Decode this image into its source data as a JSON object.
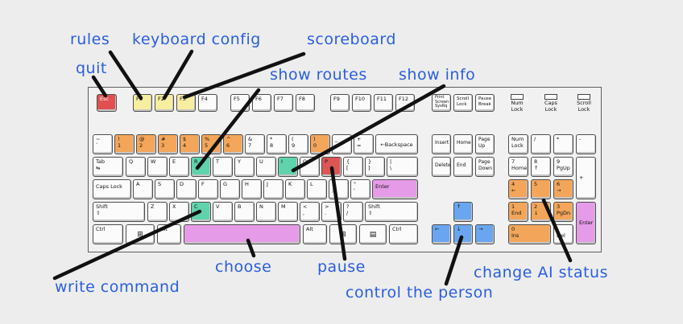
{
  "annotations": {
    "rules": "rules",
    "keyboard_config": "keyboard config",
    "scoreboard": "scoreboard",
    "quit": "quit",
    "show_routes": "show routes",
    "show_info": "show info",
    "choose": "choose",
    "pause": "pause",
    "write_command": "write command",
    "control_the_person": "control the person",
    "change_ai_status": "change AI status"
  },
  "colors": {
    "label": "#2a5ee0",
    "quit_and_pause_keys": "#e05050",
    "function_keys_highlight": "#f7eea0",
    "number_keys_highlight": "#f3a65a",
    "command_keys_highlight": "#5fd3ac",
    "choose_keys_highlight": "#e59be8",
    "arrow_keys_highlight": "#6aa6f0"
  },
  "keys": {
    "esc": "Esc",
    "f1": "F1",
    "f2": "F2",
    "f3": "F3",
    "f4": "F4",
    "f5": "F5",
    "f6": "F6",
    "f7": "F7",
    "f8": "F8",
    "f9": "F9",
    "f10": "F10",
    "f11": "F11",
    "f12": "F12",
    "print_screen": "Print\nScreen\nSysRq",
    "scroll_lock": "Scroll\nLock",
    "pause_break": "Pause\nBreak",
    "lock_num": "Num\nLock",
    "lock_caps": "Caps\nLock",
    "lock_scroll": "Scroll\nLock",
    "backtick": "~\n`",
    "num1": "!\n1",
    "num2": "@\n2",
    "num3": "#\n3",
    "num4": "$\n4",
    "num5": "%\n5",
    "num6": "^\n6",
    "num7": "&\n7",
    "num8": "*\n8",
    "num9": "(\n9",
    "num0": ")\n0",
    "minus": "_\n-",
    "equals": "+\n=",
    "backspace": "←Backspace",
    "tab": "Tab\n⇆",
    "q": "Q",
    "w": "W",
    "e": "E",
    "r": "R",
    "t": "T",
    "y": "Y",
    "u": "U",
    "i": "I",
    "o": "O",
    "p": "P",
    "lbracket": "{\n[",
    "rbracket": "}\n]",
    "backslash": "|\n\\",
    "caps_lock": "Caps Lock",
    "a": "A",
    "s": "S",
    "d": "D",
    "f": "F",
    "g": "G",
    "h": "H",
    "j": "J",
    "k": "K",
    "l": "L",
    "semicolon": ":\n;",
    "quote": "\"\n'",
    "enter": "Enter",
    "shift_left": "Shift\n⇧",
    "z": "Z",
    "x": "X",
    "c": "C",
    "v": "V",
    "b": "B",
    "n": "N",
    "m": "M",
    "comma": "<\n,",
    "period": ">\n.",
    "slash": "?\n/",
    "shift_right": "Shift\n⇧",
    "ctrl_left": "Ctrl",
    "alt_left": "Alt",
    "alt_right": "Alt",
    "ctrl_right": "Ctrl",
    "win_left": "⊞",
    "win_right": "⊞",
    "menu": "▤",
    "insert": "Insert",
    "home": "Home",
    "page_up": "Page\nUp",
    "delete": "Delete",
    "end": "End",
    "page_down": "Page\nDown",
    "arrow_up": "↑",
    "arrow_left": "←",
    "arrow_down": "↓",
    "arrow_right": "→",
    "np_numlock": "Num\nLock",
    "np_divide": "/",
    "np_multiply": "*",
    "np_minus": "-",
    "np7": "7\nHome",
    "np8": "8\n↑",
    "np9": "9\nPgUp",
    "np_plus": "+",
    "np4": "4\n←",
    "np5": "5",
    "np6": "6\n→",
    "np1": "1\nEnd",
    "np2": "2\n↓",
    "np3": "3\nPgDn",
    "np_enter": "Enter",
    "np0": "0\nIns",
    "np_decimal": ".\nDel"
  }
}
